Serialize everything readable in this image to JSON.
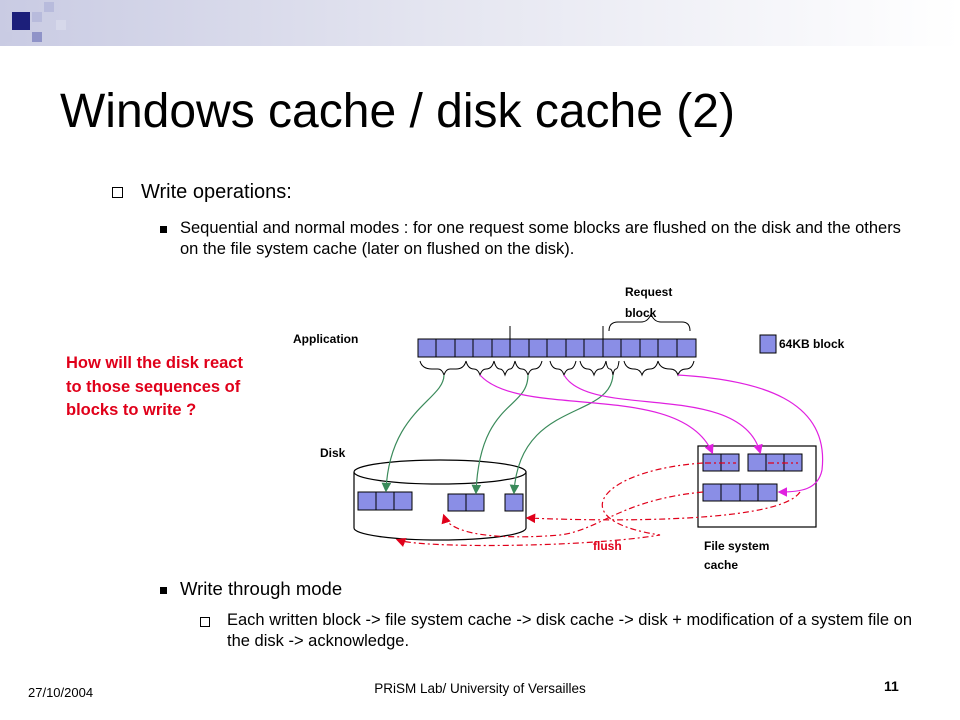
{
  "slide": {
    "title": "Windows cache / disk cache (2)",
    "bullet1": "Write operations:",
    "bullet2": "Sequential and normal modes : for one request some blocks are flushed on the disk and the others on the file system cache (later on flushed on the disk).",
    "bullet3": "Write through mode",
    "bullet4": "Each written block -> file system cache -> disk cache -> disk + modification of a system file on the disk -> acknowledge.",
    "question": "How will the disk react to those sequences of blocks to write ?"
  },
  "diagram": {
    "application_label": "Application",
    "request_block_label_1": "Request",
    "request_block_label_2": "block",
    "legend_label": "64KB block",
    "disk_label": "Disk",
    "flush_label": "flush",
    "fs_cache_label_1": "File system",
    "fs_cache_label_2": "cache"
  },
  "footer": {
    "date": "27/10/2004",
    "center": "PRiSM Lab/ University of Versailles",
    "page_number": "11"
  },
  "colors": {
    "block_fill": "#8a8ee6",
    "green_arrow": "#3a8a5a",
    "magenta_arrow": "#e020e0",
    "red_dash": "#e0001a",
    "question_text": "#e0001a"
  }
}
